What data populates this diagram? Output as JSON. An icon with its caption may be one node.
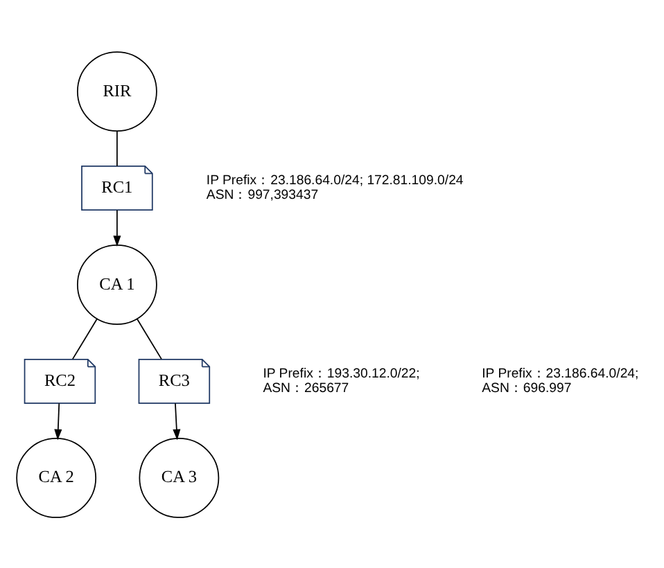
{
  "diagram": {
    "nodes": [
      {
        "text": [
          "RIR"
        ]
      },
      {
        "text": [
          "RC1"
        ],
        "beside": [
          "IP Prefix：23.186.64.0/24; 172.81.109.0/24",
          "ASN：997,393437"
        ]
      },
      {
        "text": [
          "CA 1"
        ]
      },
      {
        "text": [
          "RC2"
        ],
        "beside": [
          "IP Prefix：193.30.12.0/22;",
          "ASN：265677"
        ]
      },
      {
        "text": [
          "RC3"
        ],
        "beside": [
          "IP Prefix：23.186.64.0/24;",
          "ASN：696.997"
        ]
      },
      {
        "text": [
          "CA 2"
        ]
      },
      {
        "text": [
          "CA 3"
        ]
      }
    ],
    "edges": [
      {
        "from": 0,
        "to": 1,
        "arrow": "none"
      },
      {
        "from": 1,
        "to": 2,
        "arrow": "to"
      },
      {
        "from": 2,
        "to": 3,
        "arrow": "none"
      },
      {
        "from": 2,
        "to": 4,
        "arrow": "none"
      },
      {
        "from": 3,
        "to": 5,
        "arrow": "to"
      },
      {
        "from": 4,
        "to": 6,
        "arrow": "to"
      }
    ]
  }
}
